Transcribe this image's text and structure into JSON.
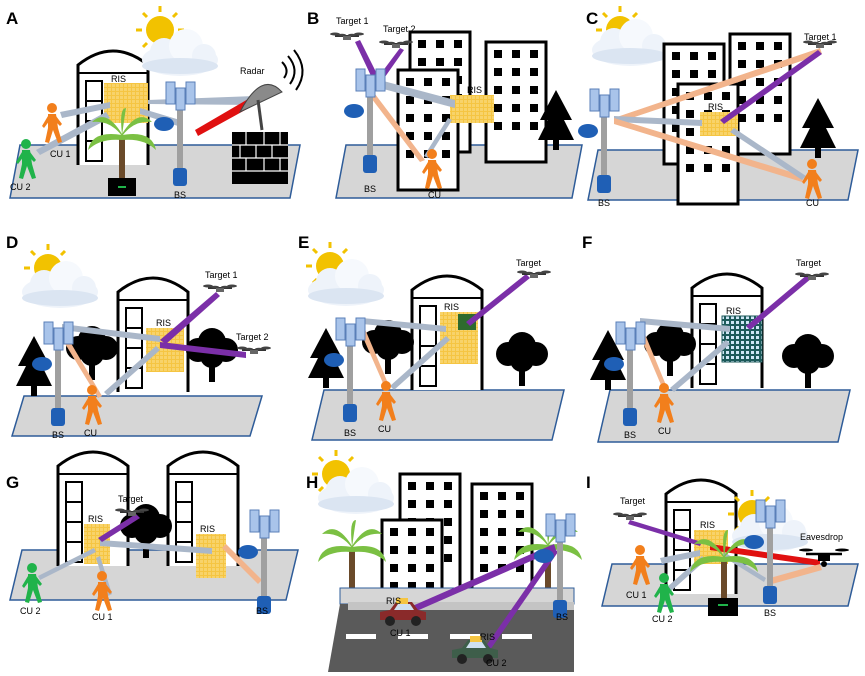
{
  "panels": [
    {
      "letter": "A",
      "labels": {
        "ris": "RIS",
        "radar": "Radar",
        "cu1": "CU 1",
        "cu2": "CU 2",
        "bs": "BS"
      }
    },
    {
      "letter": "B",
      "labels": {
        "t1": "Target 1",
        "t2": "Target 2",
        "ris": "RIS",
        "bs": "BS",
        "cu": "CU"
      }
    },
    {
      "letter": "C",
      "labels": {
        "t1": "Target 1",
        "ris": "RIS",
        "bs": "BS",
        "cu": "CU"
      }
    },
    {
      "letter": "D",
      "labels": {
        "t1": "Target 1",
        "t2": "Target 2",
        "ris": "RIS",
        "bs": "BS",
        "cu": "CU"
      }
    },
    {
      "letter": "E",
      "labels": {
        "t": "Target",
        "ris": "RIS",
        "bs": "BS",
        "cu": "CU"
      }
    },
    {
      "letter": "F",
      "labels": {
        "t": "Target",
        "ris": "RIS",
        "bs": "BS",
        "cu": "CU"
      }
    },
    {
      "letter": "G",
      "labels": {
        "t": "Target",
        "ris1": "RIS",
        "ris2": "RIS",
        "cu2": "CU 2",
        "cu1": "CU 1",
        "bs": "BS"
      }
    },
    {
      "letter": "H",
      "labels": {
        "ris1": "RIS",
        "ris2": "RIS",
        "cu1": "CU 1",
        "cu2": "CU 2",
        "bs": "BS"
      }
    },
    {
      "letter": "I",
      "labels": {
        "t": "Target",
        "ris": "RIS",
        "eve": "Eavesdrop",
        "cu1": "CU 1",
        "cu2": "CU 2",
        "bs": "BS"
      }
    }
  ],
  "colors": {
    "ground": "#d6d6d6",
    "ground_edge": "#2e5c99",
    "ris": "#f5c542",
    "bs_pole": "#a0a0a0",
    "bs_dish": "#1f5fb5",
    "bs_antenna": "#a9c4ea",
    "person_cu": "#f27f1c",
    "person_cu2": "#20b34a",
    "beam_user": "#aab7c9",
    "beam_target": "#7b2fa8",
    "beam_peach": "#f2b48c",
    "beam_radar": "#e01010",
    "sun": "#f2c200",
    "tree": "#000000",
    "palm": "#7bc043",
    "car_red": "#8a2a2a",
    "car_green": "#3e5e4a",
    "road": "#5a5a5a"
  },
  "icons": [
    "sun-icon",
    "cloud-icon",
    "drone-icon",
    "radar-dish-icon",
    "base-station-icon",
    "person-icon",
    "tree-icon",
    "palm-tree-icon",
    "building-icon",
    "car-icon",
    "brick-wall-icon",
    "wave-icon",
    "ris-panel-icon"
  ]
}
